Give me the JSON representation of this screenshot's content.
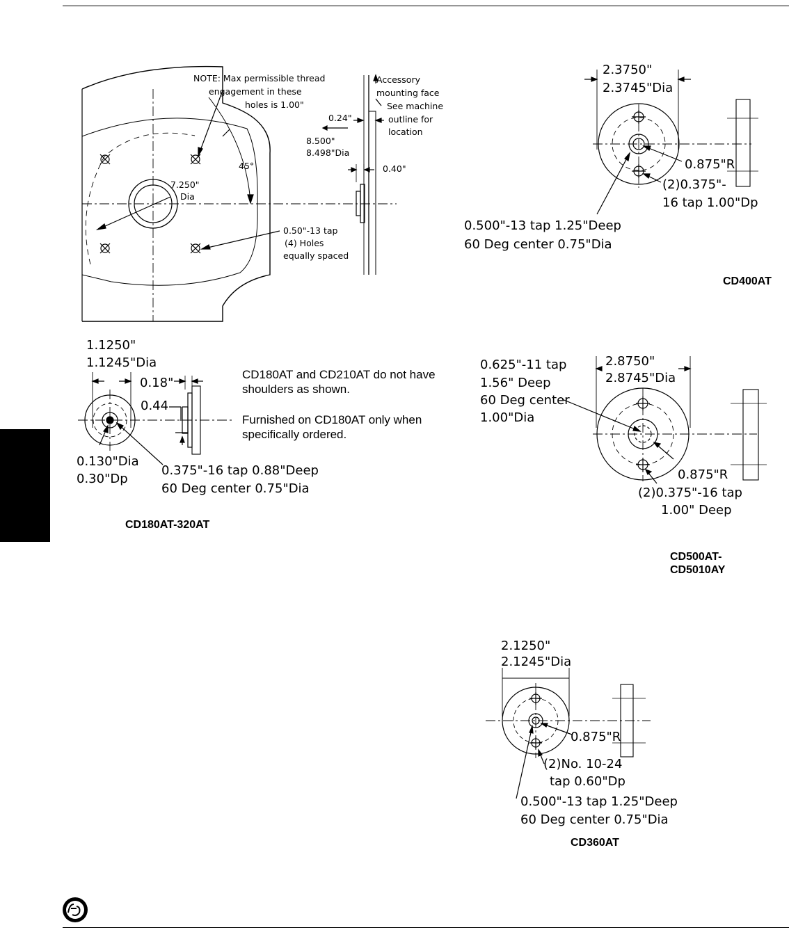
{
  "accessory_drawing": {
    "note_lines": [
      "NOTE: Max permissible thread",
      "engagement in these",
      "holes is 1.00\""
    ],
    "face_lines": [
      "Accessory",
      "mounting face",
      "See machine",
      "outline for",
      "location"
    ],
    "dim_024": "0.24\"",
    "dim_8500_top": "8.500\"",
    "dim_8500_bot": "8.498\"Dia",
    "dim_040": "0.40\"",
    "angle_45": "45°",
    "dim_7250_top": "7.250\"",
    "dim_7250_bot": "Dia",
    "tap_lines": [
      "0.50\"-13 tap",
      "(4) Holes",
      "equally spaced"
    ]
  },
  "cd180": {
    "dia_top": "1.1250\"",
    "dia_bot": "1.1245\"Dia",
    "dim_018": "0.18\"",
    "dim_044": "0.44",
    "hole_line1": "0.130\"Dia",
    "hole_line2": "0.30\"Dp",
    "tap_line1": "0.375\"-16 tap  0.88\"Deep",
    "tap_line2": "60 Deg center  0.75\"Dia",
    "note1": "CD180AT and CD210AT do not have shoulders as shown.",
    "note2": "Furnished on CD180AT only when specifically ordered.",
    "label": "CD180AT-320AT"
  },
  "cd400": {
    "dia_top": "2.3750\"",
    "dia_bot": "2.3745\"Dia",
    "radius": "0.875\"R",
    "holes_line1": "(2)0.375\"-",
    "holes_line2": "16 tap 1.00\"Dp",
    "tap_line1": "0.500\"-13 tap  1.25\"Deep",
    "tap_line2": "60 Deg center  0.75\"Dia",
    "label": "CD400AT"
  },
  "cd500": {
    "tap_lines": [
      "0.625\"-11 tap",
      "1.56\" Deep",
      "60 Deg center",
      "1.00\"Dia"
    ],
    "dia_top": "2.8750\"",
    "dia_bot": "2.8745\"Dia",
    "radius": "0.875\"R",
    "holes_line1": "(2)0.375\"-16 tap",
    "holes_line2": "1.00\" Deep",
    "label_line1": "CD500AT-",
    "label_line2": "CD5010AY"
  },
  "cd360": {
    "dia_top": "2.1250\"",
    "dia_bot": "2.1245\"Dia",
    "radius": "0.875\"R",
    "holes_line1": "(2)No. 10-24",
    "holes_line2": "tap 0.60\"Dp",
    "tap_line1": "0.500\"-13 tap  1.25\"Deep",
    "tap_line2": "60 Deg center  0.75\"Dia",
    "label": "CD360AT"
  }
}
